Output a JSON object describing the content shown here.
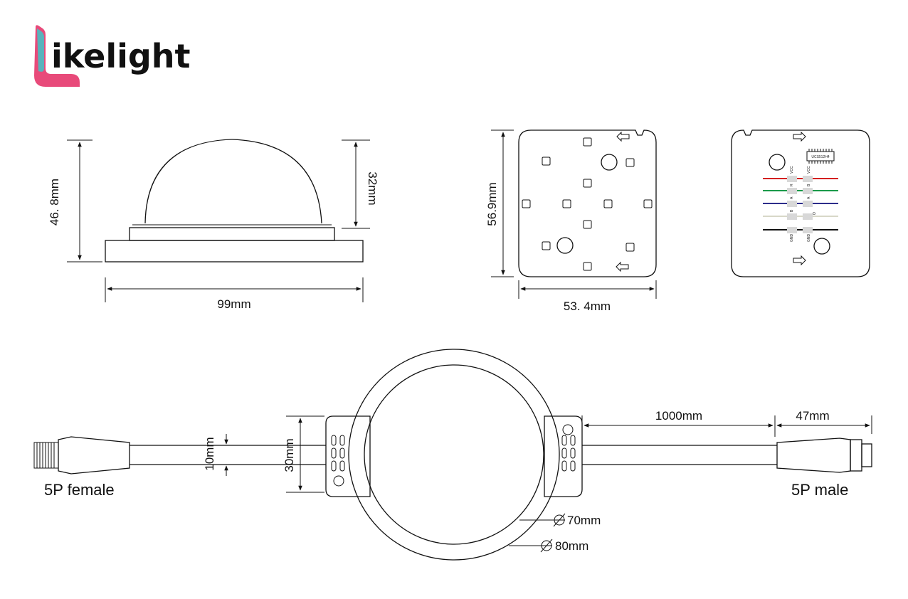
{
  "brand": {
    "name": "ikelight",
    "colors": {
      "primary": "#e84a7a",
      "accent": "#3fc5c8"
    }
  },
  "side_view": {
    "height_total": "46. 8mm",
    "dome_height": "32mm",
    "width": "99mm"
  },
  "pcb_front": {
    "height": "56.9mm",
    "width": "53. 4mm"
  },
  "pcb_back": {
    "ic_label": "UCS512H4",
    "pin_labels_left": [
      "VCC",
      "R",
      "A",
      "B",
      "GND"
    ],
    "pin_labels_right": [
      "VCC",
      "B",
      "A",
      "O",
      "GND"
    ],
    "wire_colors": [
      "#d42020",
      "#1a9a4a",
      "#2d2d8a",
      "#d8d8c8",
      "#111111"
    ]
  },
  "cable_view": {
    "left_connector": "5P female",
    "right_connector": "5P male",
    "cable_diameter": "10mm",
    "housing_height": "30mm",
    "cable_length": "1000mm",
    "connector_length": "47mm",
    "inner_diameter": "70mm",
    "outer_diameter": "80mm"
  }
}
